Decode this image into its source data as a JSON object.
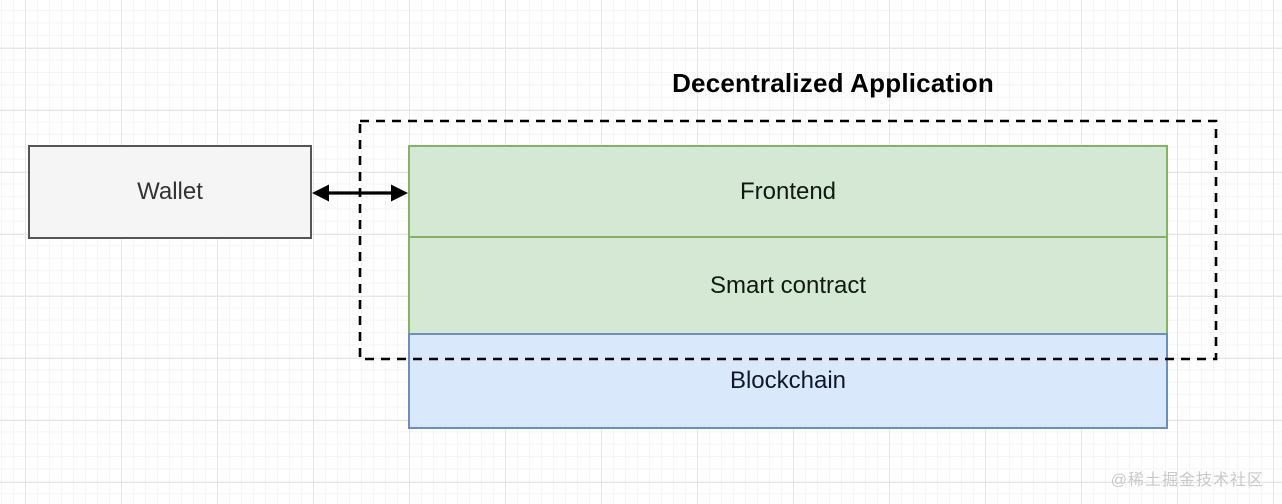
{
  "title": "Decentralized Application",
  "wallet": {
    "label": "Wallet"
  },
  "layers": [
    {
      "label": "Frontend"
    },
    {
      "label": "Smart contract"
    },
    {
      "label": "Blockchain"
    }
  ],
  "watermark": "@稀土掘金技术社区",
  "colors": {
    "frontend_fill": "#d5e8d4",
    "frontend_border": "#82b366",
    "smart_contract_fill": "#d5e8d4",
    "smart_contract_border": "#82b366",
    "blockchain_fill": "#dae8fc",
    "blockchain_border": "#6c8ebf",
    "wallet_fill": "#f5f5f5",
    "wallet_border": "#555555",
    "dashed_container_border": "#000000",
    "arrow": "#000000",
    "title_text": "#000000",
    "watermark_text": "#c9c9c9"
  }
}
